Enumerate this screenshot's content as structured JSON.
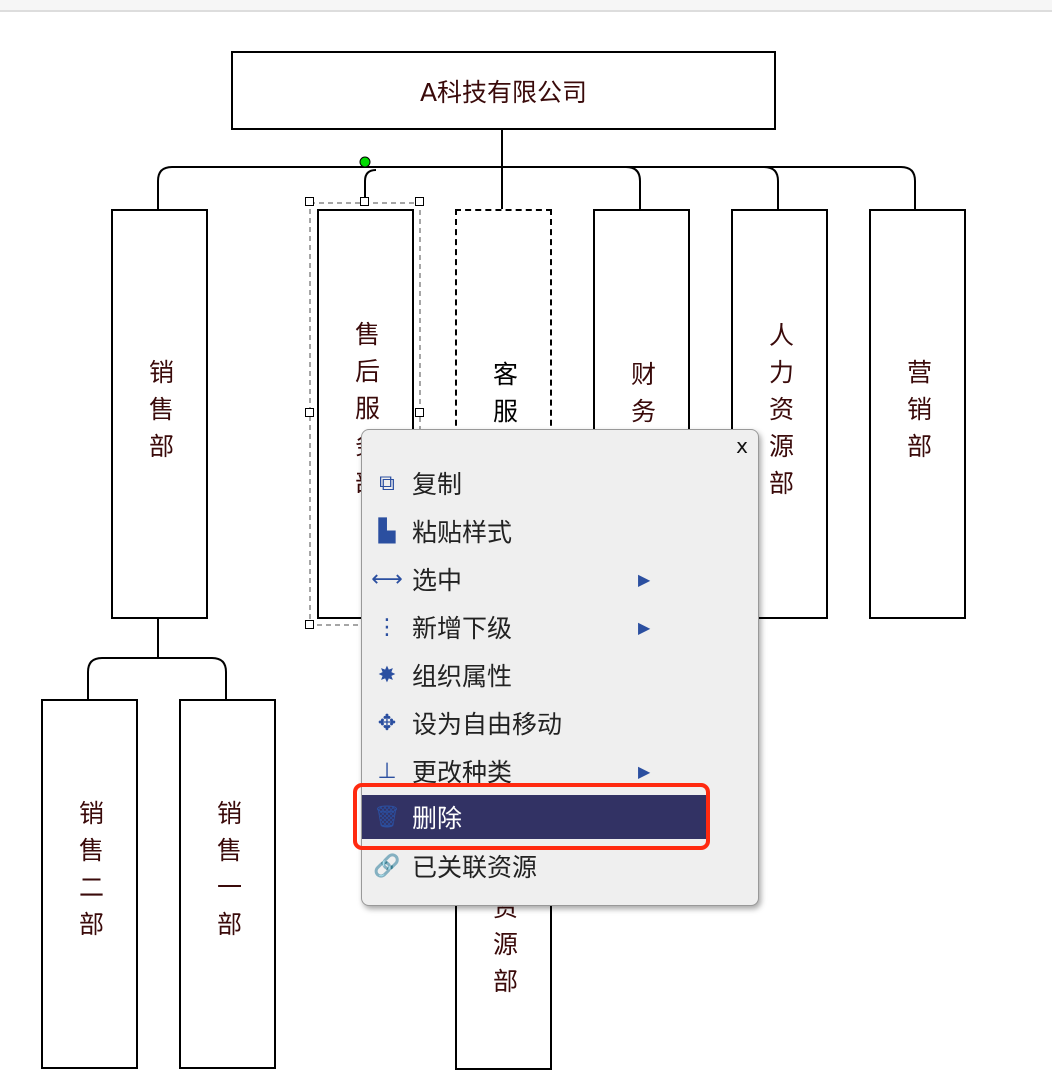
{
  "chart": {
    "root": "A科技有限公司",
    "departments": [
      "销售部",
      "售后服务部",
      "客服",
      "财务部",
      "人力资源部",
      "营销部"
    ],
    "sub_departments": [
      "销售二部",
      "销售一部"
    ],
    "partial_box_text": "资源部"
  },
  "context_menu": {
    "close_label": "x",
    "items": [
      {
        "label": "复制",
        "icon": "copy-icon"
      },
      {
        "label": "粘贴样式",
        "icon": "paste-style-icon"
      },
      {
        "label": "选中",
        "icon": "horizontal-arrows-icon",
        "submenu": true
      },
      {
        "label": "新增下级",
        "icon": "vertical-dots-icon",
        "submenu": true
      },
      {
        "label": "组织属性",
        "icon": "gear-icon"
      },
      {
        "label": "设为自由移动",
        "icon": "move-icon"
      },
      {
        "label": "更改种类",
        "icon": "org-chart-icon",
        "submenu": true
      },
      {
        "label": "删除",
        "icon": "trash-icon",
        "active": true
      },
      {
        "label": "已关联资源",
        "icon": "link-icon"
      }
    ]
  },
  "colors": {
    "menu_active": "#323264",
    "highlight": "#ff2a10",
    "icon": "#2b4fa0",
    "anchor": "#00dd00"
  }
}
